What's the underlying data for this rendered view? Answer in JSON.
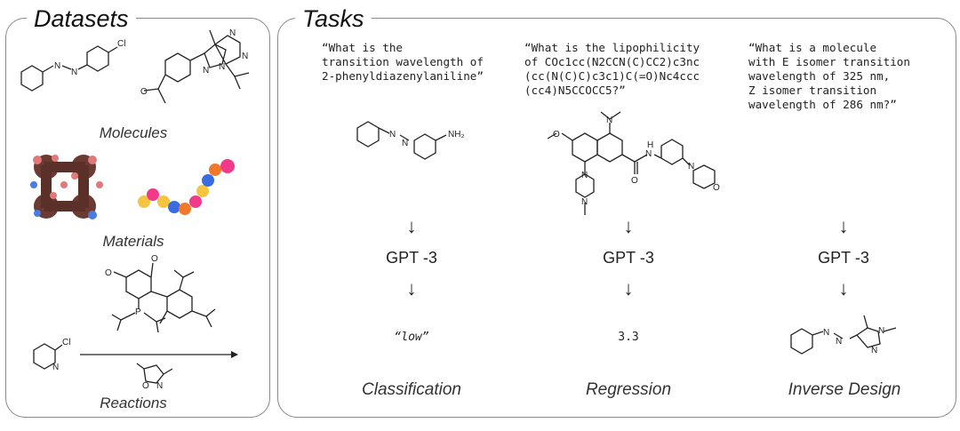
{
  "datasets": {
    "title": "Datasets",
    "molecules_label": "Molecules",
    "materials_label": "Materials",
    "reactions_label": "Reactions",
    "atoms": {
      "cl": "Cl",
      "n": "N",
      "o": "O",
      "p": "P"
    }
  },
  "tasks": {
    "title": "Tasks",
    "model_label": "GPT -3",
    "arrow_glyph": "↓",
    "classification": {
      "query": "“What is the\ntransition wavelength of\n2-phenyldiazenylaniline”",
      "answer": "“low”",
      "label": "Classification",
      "nh2": "NH₂"
    },
    "regression": {
      "query": "“What is the lipophilicity\nof COc1cc(N2CCN(C)CC2)c3nc\n(cc(N(C)C)c3c1)C(=O)Nc4ccc\n(cc4)N5CCOCC5?”",
      "answer": "3.3",
      "label": "Regression",
      "n_atom": "N",
      "o_atom": "O",
      "h_atom": "H"
    },
    "inverse_design": {
      "query": "“What is a molecule\nwith E isomer transition\nwavelength of 325 nm,\nZ isomer transition\nwavelength of 286 nm?”",
      "label": "Inverse Design",
      "n_atom": "N"
    }
  },
  "colors": {
    "border": "#888888",
    "arrow": "#222222"
  }
}
